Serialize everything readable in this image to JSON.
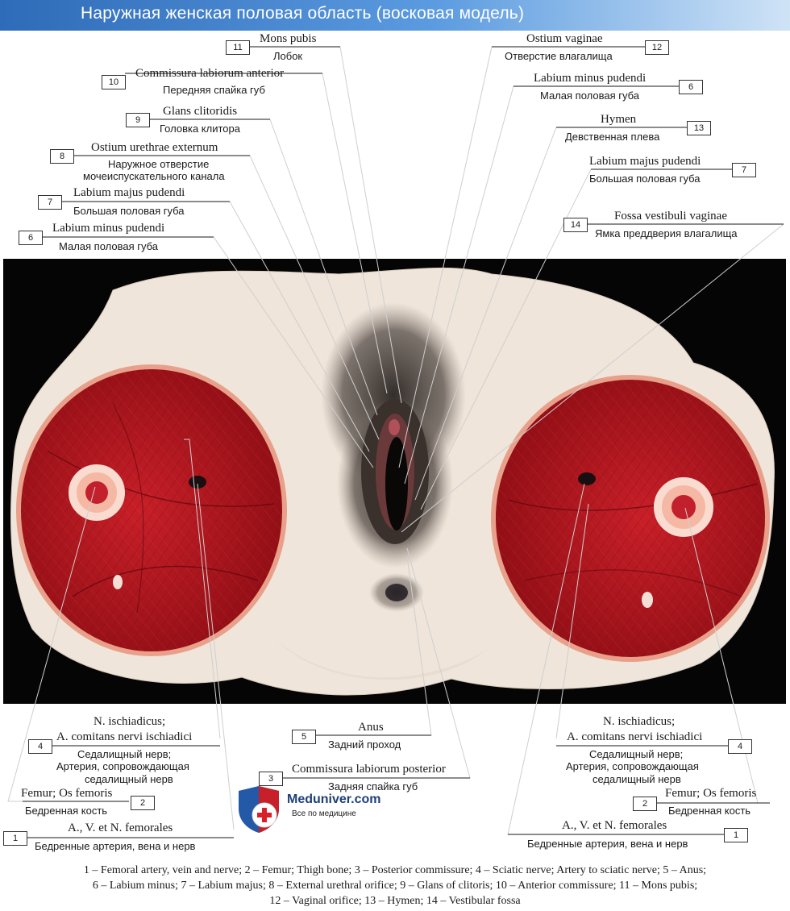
{
  "title": "Наружная женская половая область (восковая модель)",
  "labels": [
    {
      "id": "l11",
      "num": "11",
      "la": "Mons pubis",
      "ru": "Лобок"
    },
    {
      "id": "l10",
      "num": "10",
      "la": "Commissura labiorum anterior",
      "ru": "Передняя спайка губ"
    },
    {
      "id": "l9",
      "num": "9",
      "la": "Glans clitoridis",
      "ru": "Головка клитора"
    },
    {
      "id": "l8",
      "num": "8",
      "la": "Ostium urethrae externum",
      "ru": "Наружное отверстие",
      "ru2": "мочеиспускательного канала"
    },
    {
      "id": "l7a",
      "num": "7",
      "la": "Labium majus pudendi",
      "ru": "Большая половая губа"
    },
    {
      "id": "l6a",
      "num": "6",
      "la": "Labium minus pudendi",
      "ru": "Малая половая губа"
    },
    {
      "id": "l12",
      "num": "12",
      "la": "Ostium vaginae",
      "ru": "Отверстие влагалища"
    },
    {
      "id": "l6b",
      "num": "6",
      "la": "Labium minus pudendi",
      "ru": "Малая половая губа"
    },
    {
      "id": "l13",
      "num": "13",
      "la": "Hymen",
      "ru": "Девственная плева"
    },
    {
      "id": "l7b",
      "num": "7",
      "la": "Labium majus pudendi",
      "ru": "Большая половая губа"
    },
    {
      "id": "l14",
      "num": "14",
      "la": "Fossa vestibuli vaginae",
      "ru": "Ямка преддверия влагалища"
    },
    {
      "id": "l4a",
      "num": "4",
      "la": "N. ischiadicus;",
      "la2": "A. comitans nervi ischiadici",
      "ru": "Седалищный нерв;",
      "ru2": "Артерия, сопровождающая",
      "ru3": "седалищный нерв"
    },
    {
      "id": "l2a",
      "num": "2",
      "la": "Femur; Os femoris",
      "ru": "Бедренная кость"
    },
    {
      "id": "l1a",
      "num": "1",
      "la": "A., V. et N. femorales",
      "ru": "Бедренные артерия, вена и нерв"
    },
    {
      "id": "l5",
      "num": "5",
      "la": "Anus",
      "ru": "Задний проход"
    },
    {
      "id": "l3",
      "num": "3",
      "la": "Commissura labiorum posterior",
      "ru": "Задняя спайка губ"
    },
    {
      "id": "l4b",
      "num": "4",
      "la": "N. ischiadicus;",
      "la2": "A. comitans nervi ischiadici",
      "ru": "Седалищный нерв;",
      "ru2": "Артерия, сопровождающая",
      "ru3": "седалищный нерв"
    },
    {
      "id": "l2b",
      "num": "2",
      "la": "Femur; Os femoris",
      "ru": "Бедренная кость"
    },
    {
      "id": "l1b",
      "num": "1",
      "la": "A., V. et N. femorales",
      "ru": "Бедренные артерия, вена и нерв"
    }
  ],
  "logo": {
    "name": "Meduniver.com",
    "tagline": "Все по медицине"
  },
  "caption": [
    "1 – Femoral artery, vein and nerve; 2 – Femur; Thigh bone; 3 – Posterior commissure; 4 – Sciatic nerve; Artery to sciatic nerve; 5 – Anus;",
    "6 – Labium minus; 7 – Labium majus; 8 – External urethral orifice; 9 – Glans of clitoris; 10 – Anterior commissure; 11 – Mons pubis;",
    "12 – Vaginal orifice; 13 – Hymen; 14 – Vestibular fossa"
  ],
  "colors": {
    "muscle": "#b0121b",
    "skin": "#f1e8de",
    "bone_ring": "#f7c7b4",
    "panel": "#050505",
    "title_bar": "#3b78c2"
  }
}
